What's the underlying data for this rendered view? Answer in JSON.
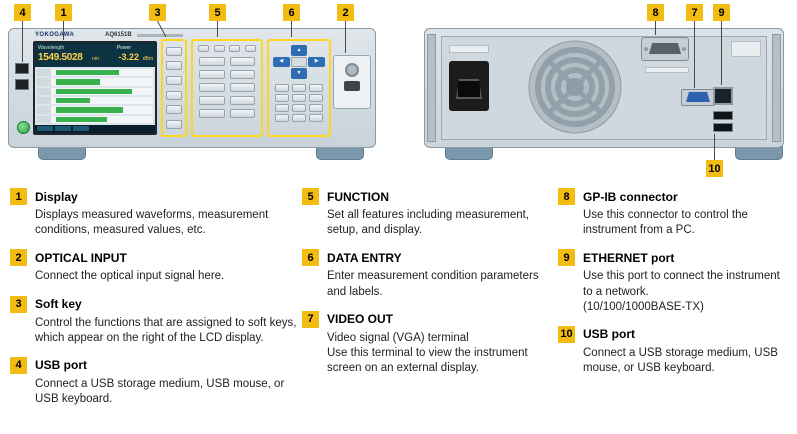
{
  "front_panel": {
    "brand": "YOKOGAWA",
    "model": "AQ6151B",
    "screen": {
      "wavelength_label": "Wavelength",
      "wavelength_value": "1549.5028",
      "wavelength_unit": "nm",
      "power_label": "Power",
      "power_value": "-3.22",
      "power_unit": "dBm",
      "bars": [
        55,
        38,
        66,
        30,
        58,
        44
      ]
    }
  },
  "callouts": {
    "front": [
      "4",
      "1",
      "3",
      "5",
      "6",
      "2"
    ],
    "rear_top": [
      "8",
      "7",
      "9"
    ],
    "rear_bottom": [
      "10"
    ]
  },
  "descriptions": {
    "col1": [
      {
        "num": "1",
        "title": "Display",
        "text": "Displays measured waveforms, measurement conditions, measured values, etc."
      },
      {
        "num": "2",
        "title": "OPTICAL INPUT",
        "text": "Connect the optical input signal here."
      },
      {
        "num": "3",
        "title": "Soft key",
        "text": "Control the functions that are assigned to soft keys, which appear on the right of the LCD display."
      },
      {
        "num": "4",
        "title": "USB port",
        "text": "Connect a USB storage medium, USB mouse, or USB keyboard."
      }
    ],
    "col2": [
      {
        "num": "5",
        "title": "FUNCTION",
        "text": "Set all features including measurement, setup, and display."
      },
      {
        "num": "6",
        "title": "DATA ENTRY",
        "text": "Enter measurement condition parameters and labels."
      },
      {
        "num": "7",
        "title": "VIDEO OUT",
        "text": "Video signal (VGA) terminal\nUse this terminal to view the instrument screen on an external display."
      }
    ],
    "col3": [
      {
        "num": "8",
        "title": "GP-IB connector",
        "text": "Use this connector to control the instrument from a PC."
      },
      {
        "num": "9",
        "title": "ETHERNET port",
        "text": "Use this port to connect the instrument to a network.\n(10/100/1000BASE-TX)"
      },
      {
        "num": "10",
        "title": "USB port",
        "text": "Connect a USB storage medium, USB mouse, or USB keyboard."
      }
    ]
  },
  "colors": {
    "callout_yellow": "#f2bc13",
    "highlight_yellow": "#ffd61e",
    "panel_body": "#ccd6de",
    "screen_accent": "#ffd24a",
    "bar_green": "#37b24d",
    "arrow_blue": "#2e6db4"
  }
}
